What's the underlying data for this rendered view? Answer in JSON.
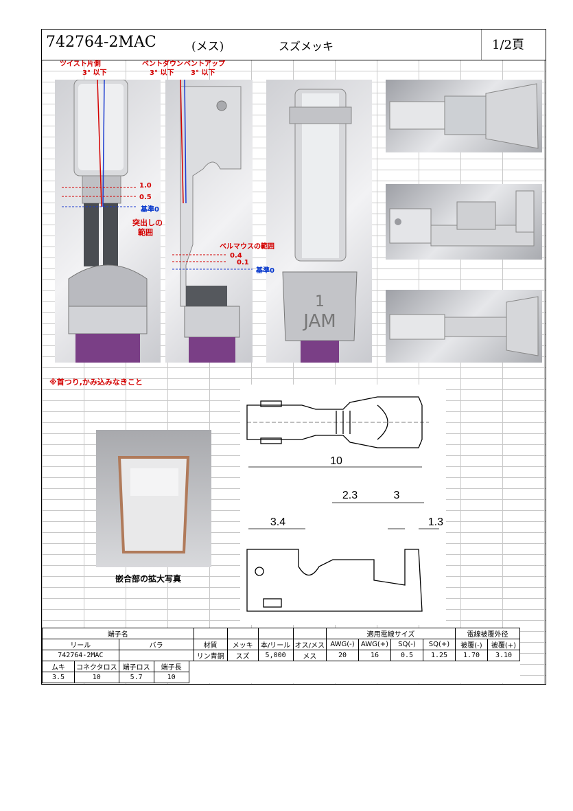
{
  "header": {
    "part_number": "742764-2MAC",
    "type": "(メス)",
    "plating": "スズメッキ",
    "page": "1/2頁"
  },
  "annotations": {
    "twist": "ツイスト片側",
    "twist_val": "3° 以下",
    "bend_down": "ベントダウン",
    "bend_down_val": "3° 以下",
    "bend_up": "ベントアップ",
    "bend_up_val": "3° 以下",
    "dim_1_0": "1.0",
    "dim_0_5": "0.5",
    "datum": "基準0",
    "protrusion": "突出しの",
    "protrusion2": "範囲",
    "bellmouth": "ベルマウスの範囲",
    "dim_0_4": "0.4",
    "dim_0_1": "0.1",
    "datum2": "基準0"
  },
  "note": "※首つり,かみ込みなきこと",
  "caption": "嵌合部の拡大写真",
  "drawing": {
    "length": "10",
    "d1": "2.3",
    "d2": "3",
    "d3": "3.4",
    "d4": "1.3"
  },
  "spec": {
    "h_terminal_name": "端子名",
    "h_reel": "リール",
    "h_bulk": "バラ",
    "h_material": "材質",
    "h_plating": "メッキ",
    "h_per_reel": "本/リール",
    "h_gender": "オス/メス",
    "h_wire_size": "適用電線サイズ",
    "h_awg_min": "AWG(-)",
    "h_awg_max": "AWG(+)",
    "h_sq_min": "SQ(-)",
    "h_sq_max": "SQ(+)",
    "h_insul": "電線被覆外径",
    "h_insul_min": "被覆(-)",
    "h_insul_max": "被覆(+)",
    "reel": "742764-2MAC",
    "bulk": "",
    "material": "リン青銅",
    "plating": "スズ",
    "per_reel": "5,000",
    "gender": "メス",
    "awg_min": "20",
    "awg_max": "16",
    "sq_min": "0.5",
    "sq_max": "1.25",
    "insul_min": "1.70",
    "insul_max": "3.10",
    "h_strip": "ムキ",
    "h_conn": "コネクタロス",
    "h_term_loss": "端子ロス",
    "h_term_len": "端子長",
    "strip": "3.5",
    "conn": "10",
    "term_loss": "5.7",
    "term_len": "10"
  }
}
